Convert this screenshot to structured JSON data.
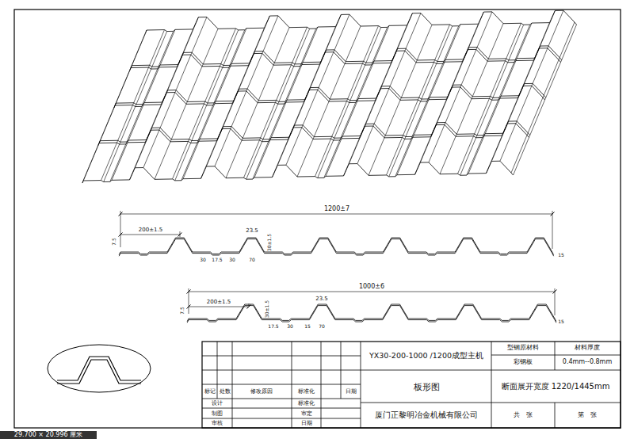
{
  "diagram": {
    "labels": [
      "1200±7",
      "200±1.5",
      "23.5",
      "30",
      "17.5",
      "30",
      "70",
      "30±1.5",
      "7.5",
      "15",
      "1000±6",
      "200±1.5",
      "30±1.5",
      "23.5",
      "15",
      "17.5",
      "30",
      "70",
      "7.5",
      "15",
      "YX30-200-1000 /1200成型主机",
      "型钢原材料",
      "材料厚度",
      "彩钢板",
      "0.4mm--0.8mm",
      "板形图",
      "断面展开宽度 1220/1445mm",
      "标记",
      "处数",
      "修改原因",
      "标准化",
      "日期",
      "设计",
      "标准化",
      "制图",
      "审定",
      "审核",
      "日期",
      "厦门正黎明冶金机械有限公司",
      "共   张",
      "第   张",
      "29.700 × 20.996 厘米"
    ]
  }
}
